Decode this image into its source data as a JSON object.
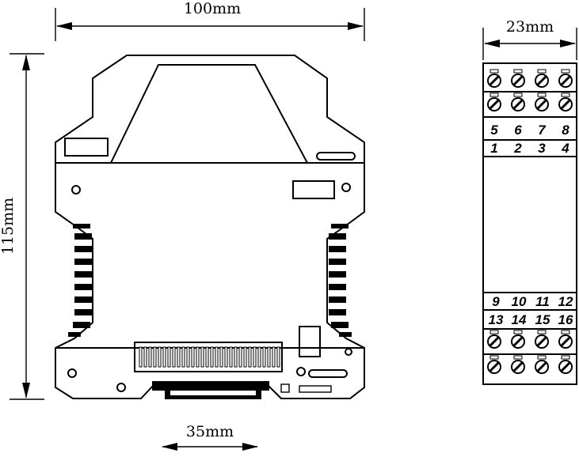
{
  "dimensions": {
    "width": "100mm",
    "height": "115mm",
    "rail": "35mm",
    "side_width": "23mm"
  },
  "terminals": {
    "top_row_upper": [
      "5",
      "6",
      "7",
      "8"
    ],
    "top_row_lower": [
      "1",
      "2",
      "3",
      "4"
    ],
    "bottom_row_upper": [
      "9",
      "10",
      "11",
      "12"
    ],
    "bottom_row_lower": [
      "13",
      "14",
      "15",
      "16"
    ]
  }
}
